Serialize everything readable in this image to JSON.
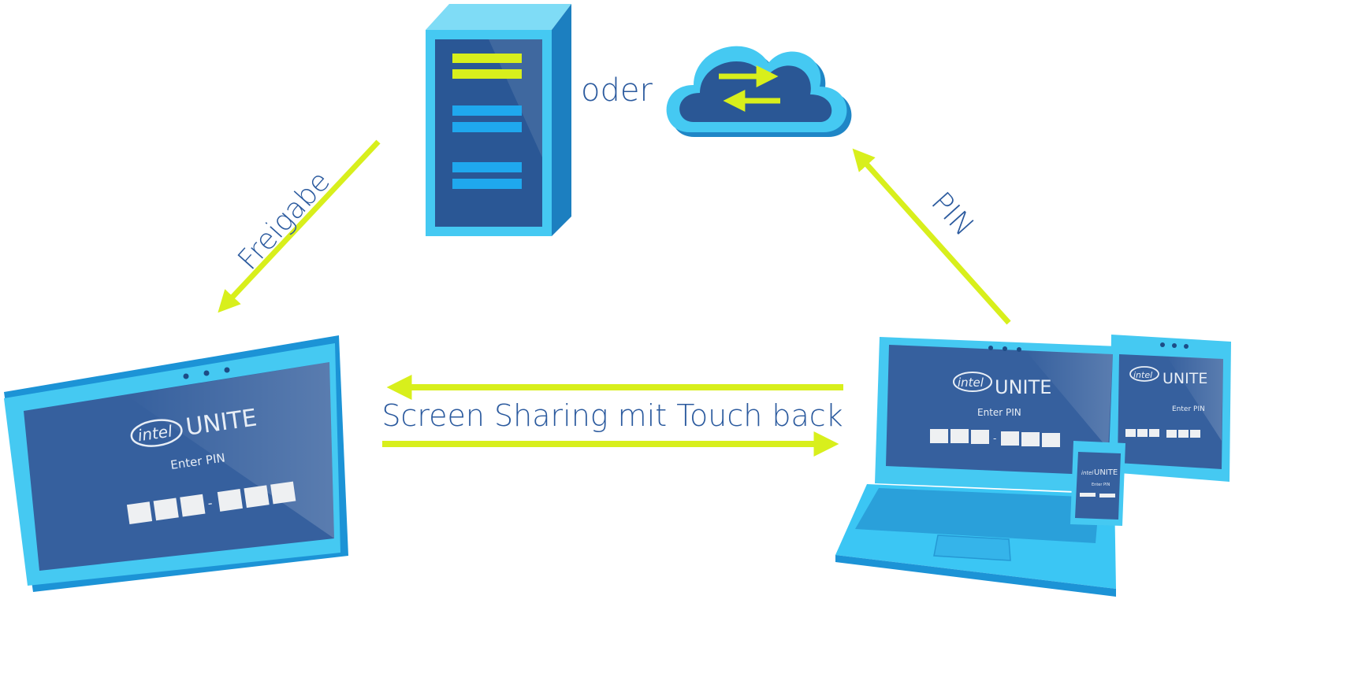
{
  "labels": {
    "oder": "oder",
    "freigabe": "Freigabe",
    "pin": "PIN",
    "screen_sharing": "Screen Sharing mit Touch back"
  },
  "screen": {
    "brand": "intel",
    "product": "UNITE",
    "prompt": "Enter PIN",
    "separator": "-"
  },
  "colors": {
    "arrow": "#d8ef1c",
    "label": "#2b5a9e",
    "frame": "#45c9f2",
    "frame_dark": "#1c93d6",
    "screen": "#36609e"
  }
}
